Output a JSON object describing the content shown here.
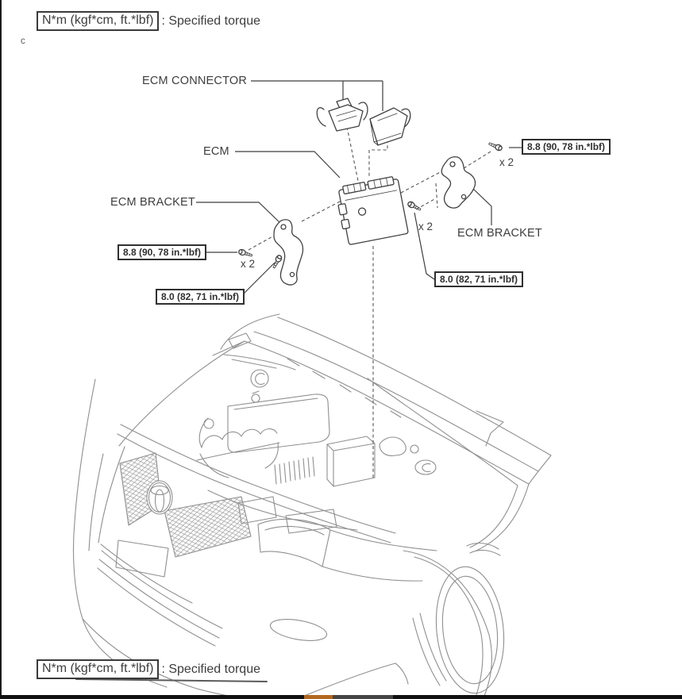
{
  "page": {
    "marker": "c"
  },
  "legend": {
    "box_label": "N*m (kgf*cm, ft.*lbf)",
    "suffix": ": Specified torque"
  },
  "part_labels": {
    "ecm_connector": "ECM CONNECTOR",
    "ecm": "ECM",
    "ecm_bracket_left": "ECM BRACKET",
    "ecm_bracket_right": "ECM BRACKET"
  },
  "torque_callouts": {
    "bracket_left_bolt": "8.8 (90, 78 in.*lbf)",
    "bracket_right_bolt": "8.8 (90, 78 in.*lbf)",
    "ecm_bolt_left": "8.0 (82, 71 in.*lbf)",
    "ecm_bolt_right": "8.0 (82, 71 in.*lbf)",
    "qty_left": "x 2",
    "qty_mid": "x 2",
    "qty_right": "x 2"
  },
  "colors": {
    "diagram_line": "#414141",
    "vehicle_line": "#8f8f8f",
    "text": "#3d3d3d",
    "callout_border": "#303030",
    "bottom_bar_black": "#101010",
    "bottom_bar_orange": "#b2681f",
    "bottom_bar_gray": "#454545",
    "left_edge": "#1c1c1c"
  },
  "icons": {
    "bolt": "bolt-icon",
    "emblem": "toyota-emblem"
  }
}
